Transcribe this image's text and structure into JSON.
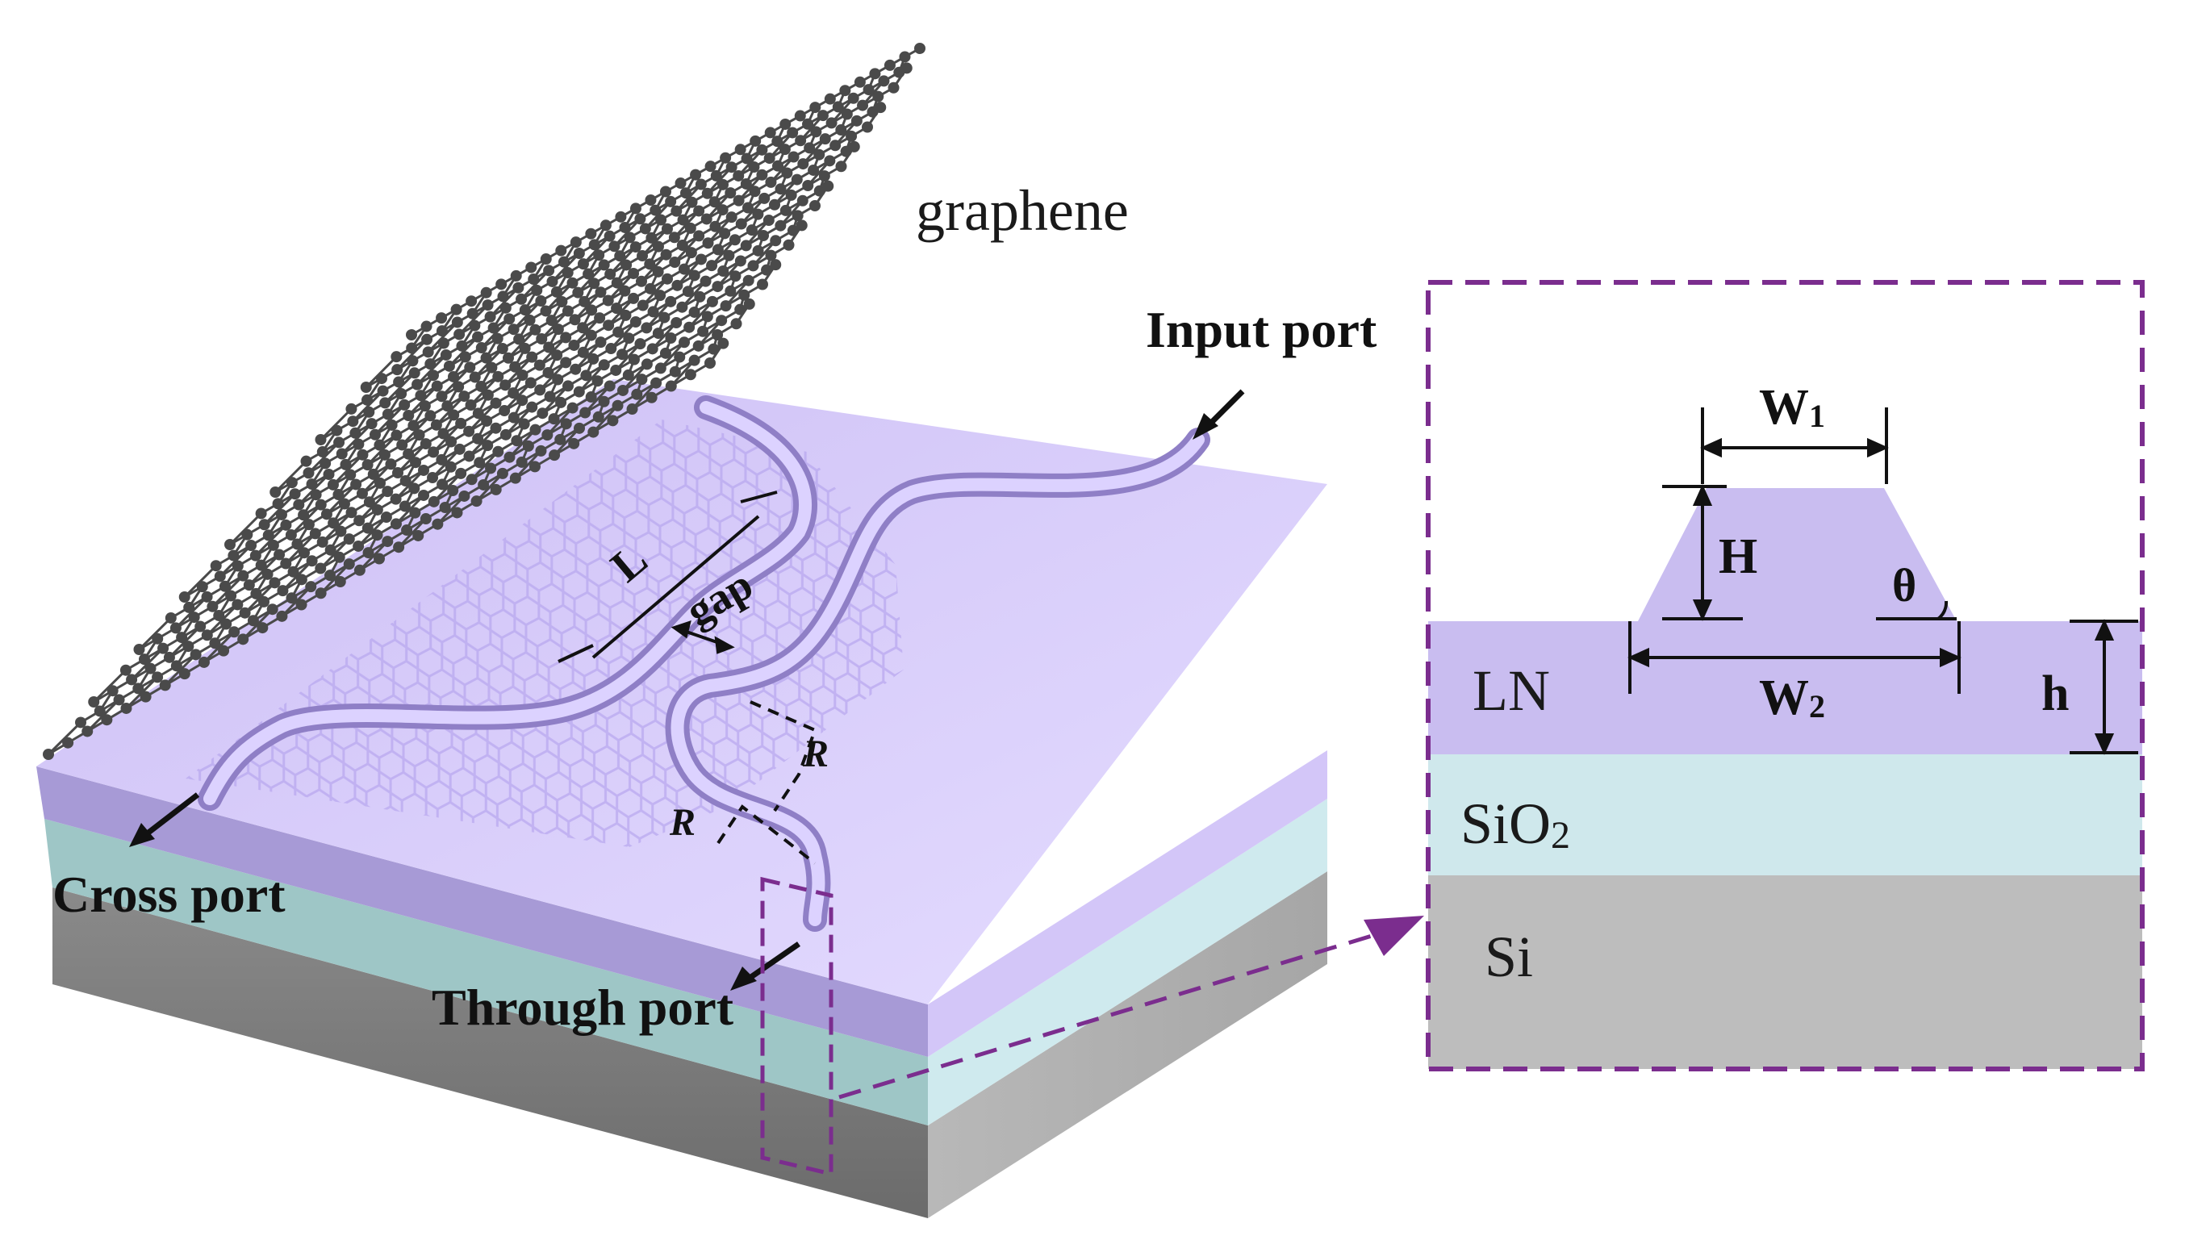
{
  "labels": {
    "graphene": "graphene",
    "input_port": "Input port",
    "cross_port": "Cross port",
    "through_port": "Through port",
    "length": "L",
    "gap": "gap",
    "radius_1": "R",
    "radius_2": "R"
  },
  "cross_section": {
    "w1": "W",
    "w1_sub": "1",
    "w2": "W",
    "w2_sub": "2",
    "H": "H",
    "theta": "θ",
    "h": "h",
    "layer_ln": "LN",
    "layer_sio2": "SiO",
    "layer_sio2_sub": "2",
    "layer_si": "Si"
  },
  "colors": {
    "ln": "#c9bdf0",
    "ln_top": "#d8cdfa",
    "sio2": "#cfe8ec",
    "si": "#bdbdbd",
    "frame": "#7b2d8e",
    "graphene": "#4a4a4a"
  }
}
